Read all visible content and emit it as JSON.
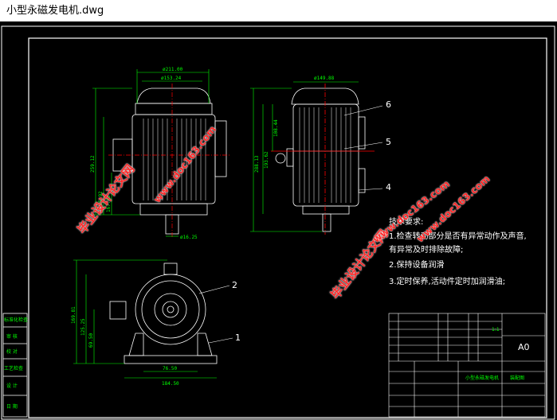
{
  "window": {
    "title": "小型永磁发电机.dwg"
  },
  "colors": {
    "background": "#000000",
    "frame": "#ffffff",
    "geometry": "#ffffff",
    "dimension": "#00ff00",
    "center_line": "#ff0000",
    "watermark": "#ff2a2a"
  },
  "front_view": {
    "dims": [
      "ø211.00",
      "ø153.24",
      "259.12",
      "195.92",
      "167.42",
      "ø16.25"
    ]
  },
  "side_view": {
    "dims": [
      "ø149.88",
      "108.44",
      "193.62",
      "288.13"
    ],
    "callouts": [
      "6",
      "5",
      "4"
    ]
  },
  "end_view": {
    "dims": [
      "169.81",
      "125.25",
      "69.50",
      "76.50",
      "184.50"
    ],
    "callouts": [
      "2",
      "1"
    ]
  },
  "tech_notes": {
    "heading": "技术要求:",
    "items": [
      "1.检查转动部分是否有异常动作及声音,",
      "  有异常及时排除故障;",
      "2.保持设备润滑",
      "3.定时保养,活动件定时加润滑油;"
    ]
  },
  "left_labels": [
    "标准化检查",
    "审 核",
    "校 对",
    "工艺检查",
    "设 计",
    "日 期"
  ],
  "title_block": {
    "drawing_name": "小型永磁发电机",
    "material": "装配图",
    "sheet_size": "A0",
    "scale": "1:1"
  },
  "watermarks": [
    "毕业设计论文网",
    "www.doc163.com",
    "毕业设计论文网",
    "www.doc163.com",
    "www.doc163.com"
  ]
}
